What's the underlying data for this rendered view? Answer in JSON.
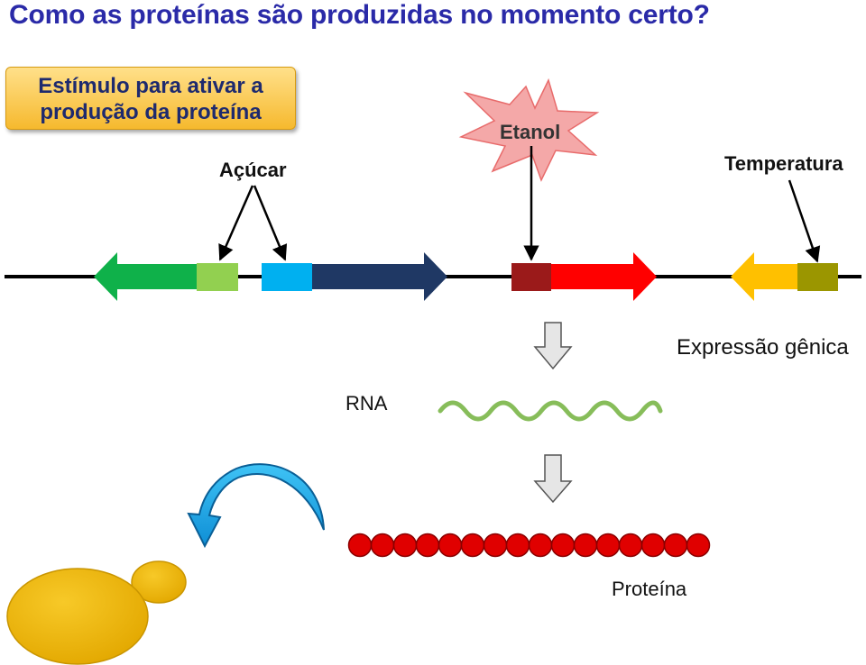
{
  "title": "Como as proteínas são produzidas no momento certo?",
  "callout": {
    "line1": "Estímulo para ativar a",
    "line2": "produção da proteína"
  },
  "stimuli": {
    "sugar": "Açúcar",
    "ethanol": "Etanol",
    "temperature": "Temperatura"
  },
  "labels": {
    "expression": "Expressão gênica",
    "rna": "RNA",
    "protein": "Proteína"
  },
  "colors": {
    "title": "#2a2aa8",
    "gene_green": "#0fb14a",
    "promoter_lightgreen": "#92d050",
    "promoter_blue": "#00b0f0",
    "gene_navy": "#1f3864",
    "promoter_darkred": "#9b1a1a",
    "gene_red": "#ff0000",
    "gene_yellow": "#ffc000",
    "promoter_olive": "#9b9600",
    "etanol_star": "#f4a8a8",
    "rna_green": "#7ab648",
    "protein_bead": "#e00000",
    "yeast": "#efb60a",
    "curved_arrow": "#1ea7e8"
  }
}
